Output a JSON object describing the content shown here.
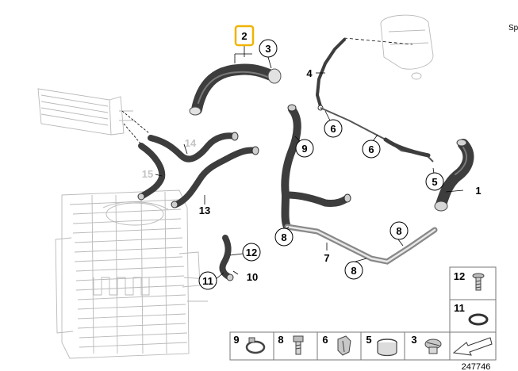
{
  "parts": {
    "p1": "1",
    "p2": "2",
    "p3": "3",
    "p4": "4",
    "p5": "5",
    "p6": "6",
    "p7": "7",
    "p8": "8",
    "p9": "9",
    "p10": "10",
    "p11": "11",
    "p12": "12",
    "p13": "13",
    "p14": "14",
    "p15": "15"
  },
  "corner_text": "Sp",
  "reference_number": "247746",
  "colors": {
    "highlight": "#f0b400",
    "hose": "#3d3d3d",
    "outline": "#b9b9b9"
  }
}
